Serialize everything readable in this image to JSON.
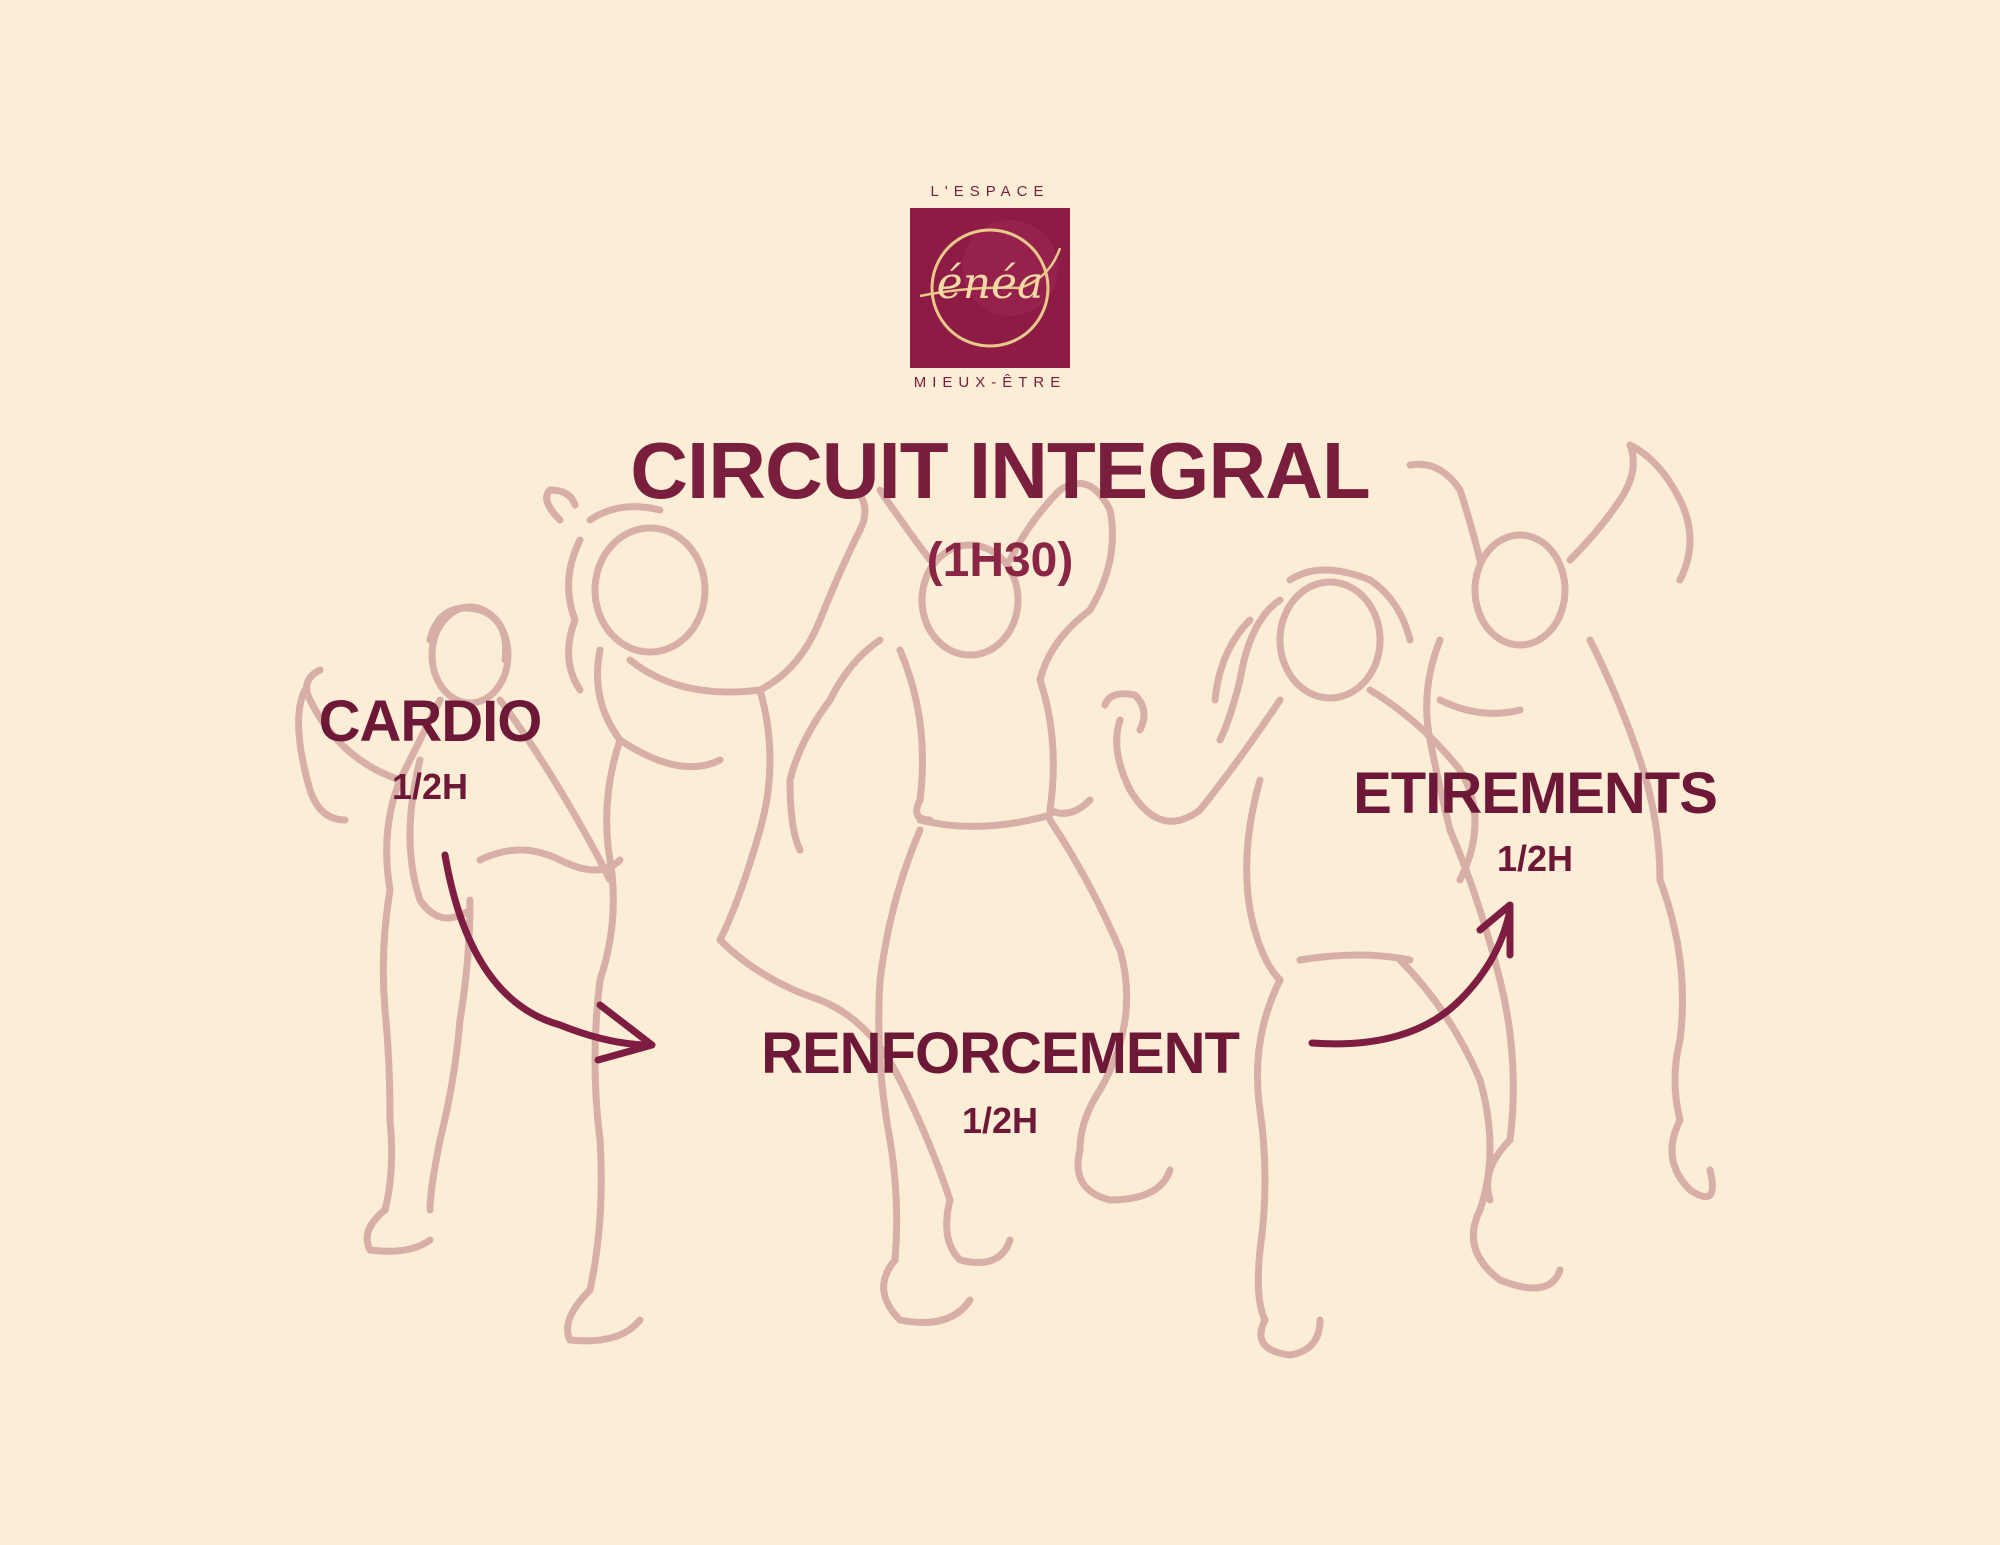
{
  "logo": {
    "top_text": "L'ESPACE",
    "script_text": "énéa",
    "bottom_text": "MIEUX-ÊTRE",
    "box_color": "#8E1A46",
    "gold_color": "#E9C98A"
  },
  "title": "CIRCUIT INTEGRAL",
  "subtitle": "(1H30)",
  "steps": [
    {
      "label": "CARDIO",
      "duration": "1/2H"
    },
    {
      "label": "RENFORCEMENT",
      "duration": "1/2H"
    },
    {
      "label": "ETIREMENTS",
      "duration": "1/2H"
    }
  ],
  "colors": {
    "background": "#FBEDD6",
    "text": "#7A1E3E",
    "illustration": "#D8AFA6",
    "arrow": "#7E1D41"
  }
}
